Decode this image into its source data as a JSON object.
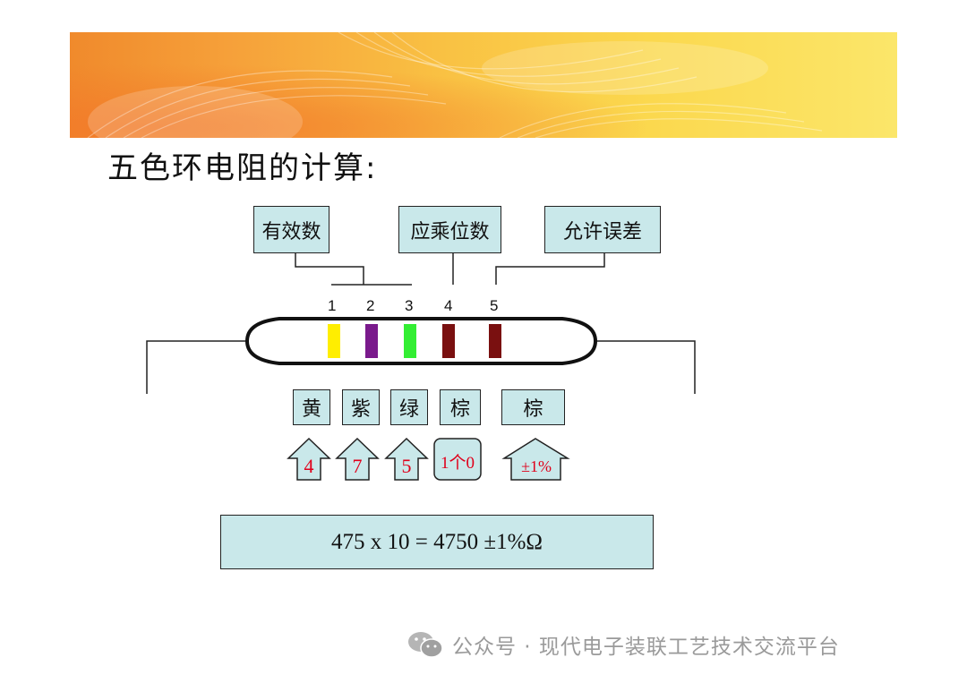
{
  "title": "五色环电阻的计算:",
  "labels": {
    "significant": "有效数",
    "multiplier": "应乘位数",
    "tolerance": "允许误差"
  },
  "band_numbers": [
    "1",
    "2",
    "3",
    "4",
    "5"
  ],
  "bands": [
    {
      "color_name": "黄",
      "color": "#ffee00",
      "value": "4"
    },
    {
      "color_name": "紫",
      "color": "#7a1a8c",
      "value": "7"
    },
    {
      "color_name": "绿",
      "color": "#33ee33",
      "value": "5"
    },
    {
      "color_name": "棕",
      "color": "#7a1010",
      "value": "1个0"
    },
    {
      "color_name": "棕",
      "color": "#7a1010",
      "value": "±1%"
    }
  ],
  "formula": "475 x 10 = 4750 ±1%Ω",
  "footer": "公众号 · 现代电子装联工艺技术交流平台",
  "colors": {
    "box_fill": "#c9e8ea",
    "value_text": "#e0001b",
    "banner_start": "#f08a2c",
    "banner_end": "#fbe66a"
  }
}
